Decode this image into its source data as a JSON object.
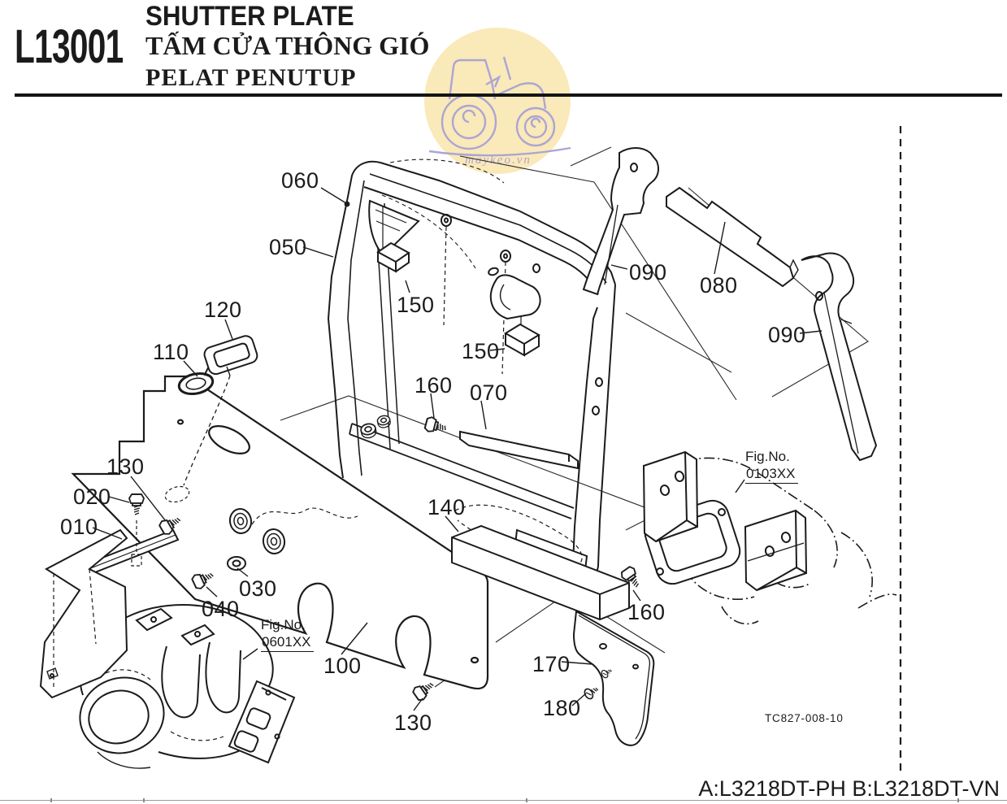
{
  "header": {
    "section_code": "L13001",
    "title_en": "SHUTTER PLATE",
    "title_vi": "TẤM CỬA THÔNG GIÓ",
    "title_id": "PELAT PENUTUP"
  },
  "watermark": {
    "site": "maykeo.vn",
    "circle_color": "#FAE9B9",
    "art_color": "#ACA5D3"
  },
  "diagram": {
    "drawing_code": "TC827-008-10",
    "fig_refs": [
      {
        "prefix": "Fig.No.",
        "number": "0601XX"
      },
      {
        "prefix": "Fig.No.",
        "number": "0103XX"
      }
    ],
    "part_labels": [
      {
        "text": "060"
      },
      {
        "text": "050"
      },
      {
        "text": "120"
      },
      {
        "text": "110"
      },
      {
        "text": "130"
      },
      {
        "text": "020"
      },
      {
        "text": "010"
      },
      {
        "text": "030"
      },
      {
        "text": "040"
      },
      {
        "text": "100"
      },
      {
        "text": "130"
      },
      {
        "text": "150"
      },
      {
        "text": "150"
      },
      {
        "text": "160"
      },
      {
        "text": "070"
      },
      {
        "text": "140"
      },
      {
        "text": "170"
      },
      {
        "text": "180"
      },
      {
        "text": "160"
      },
      {
        "text": "090"
      },
      {
        "text": "080"
      },
      {
        "text": "090"
      }
    ]
  },
  "footer": {
    "applicability": "A:L3218DT-PH B:L3218DT-VN"
  },
  "colors": {
    "line": "#1B1B1B",
    "background": "#FFFFFF"
  }
}
